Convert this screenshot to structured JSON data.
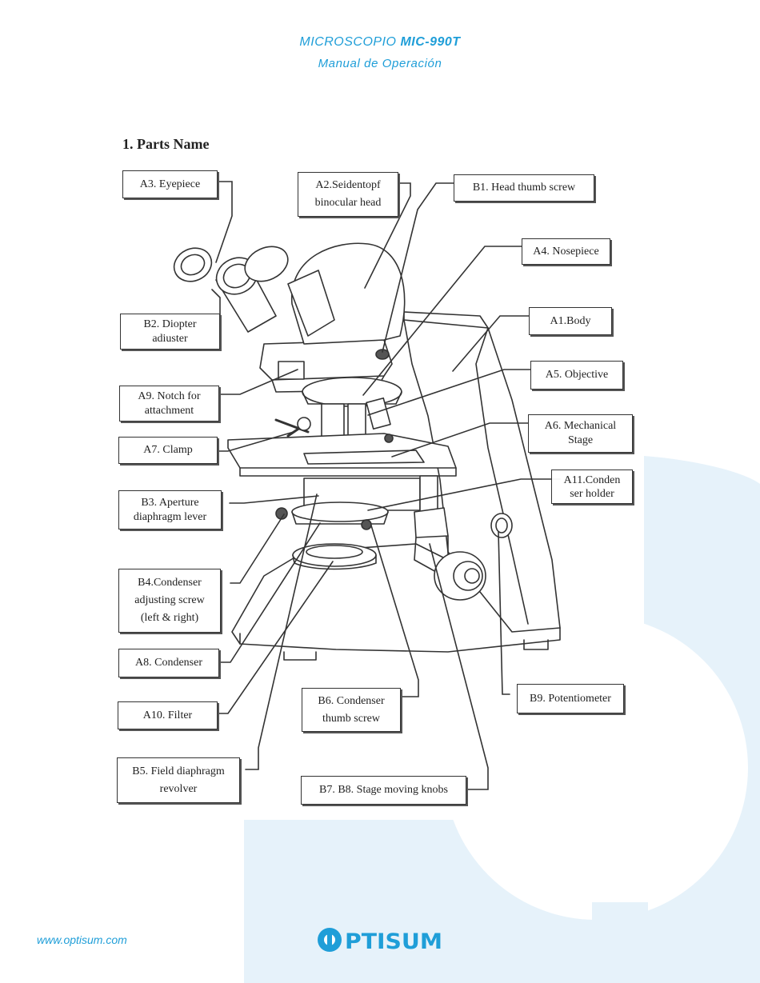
{
  "header": {
    "title_prefix": "MICROSCOPIO ",
    "title_model": "MIC-990T",
    "subtitle": "Manual de Operación"
  },
  "section_title": "1. Parts Name",
  "labels": {
    "a3": "A3. Eyepiece",
    "a2": "A2.Seidentopf\nbinocular head",
    "b1": "B1. Head thumb screw",
    "a4": "A4. Nosepiece",
    "b2": "B2. Diopter\nadiuster",
    "a1": "A1.Body",
    "a5": "A5. Objective",
    "a9": "A9. Notch for\nattachment",
    "a6": "A6. Mechanical\nStage",
    "a7": "A7. Clamp",
    "a11": "A11.Conden\nser holder",
    "b3": "B3. Aperture\ndiaphragm lever",
    "b4": "B4.Condenser\nadjusting screw\n(left & right)",
    "a8": "A8. Condenser",
    "b9": "B9. Potentiometer",
    "b6": "B6. Condenser\nthumb screw",
    "a10": "A10. Filter",
    "b5": "B5. Field diaphragm\nrevolver",
    "b7b8": "B7. B8. Stage moving knobs"
  },
  "footer": {
    "url": "www.optisum.com",
    "logo_text": "OPTISUM"
  },
  "colors": {
    "brand_blue": "#1f9ed8",
    "watermark": "#e6f2fa",
    "line": "#333333"
  }
}
